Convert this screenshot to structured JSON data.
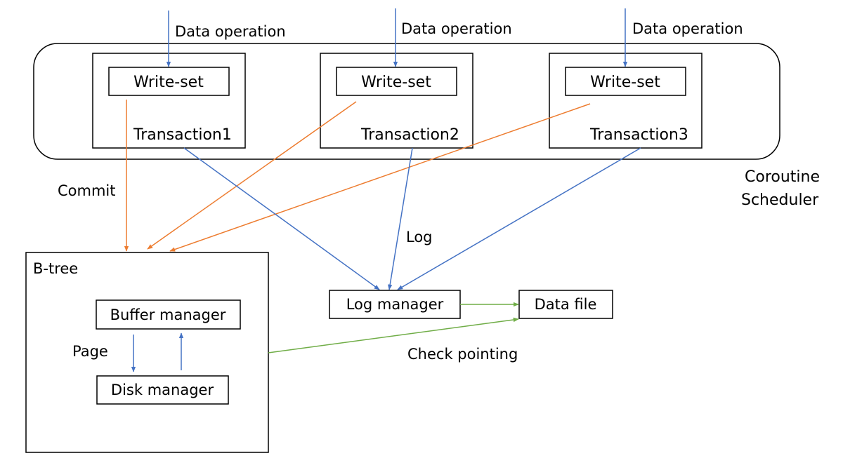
{
  "colors": {
    "commit_arrow": "#ED7D31",
    "log_arrow": "#4472C4",
    "checkpoint_arrow": "#70AD47",
    "box_stroke": "#000000"
  },
  "scheduler": {
    "label_line1": "Coroutine",
    "label_line2": "Scheduler"
  },
  "transactions": [
    {
      "name": "Transaction1",
      "write_set": "Write-set",
      "input": "Data operation"
    },
    {
      "name": "Transaction2",
      "write_set": "Write-set",
      "input": "Data operation"
    },
    {
      "name": "Transaction3",
      "write_set": "Write-set",
      "input": "Data operation"
    }
  ],
  "edges": {
    "commit": "Commit",
    "log": "Log",
    "page": "Page",
    "checkpoint": "Check pointing"
  },
  "btree": {
    "title": "B-tree",
    "buffer_manager": "Buffer manager",
    "disk_manager": "Disk manager"
  },
  "log_manager": "Log manager",
  "data_file": "Data file"
}
